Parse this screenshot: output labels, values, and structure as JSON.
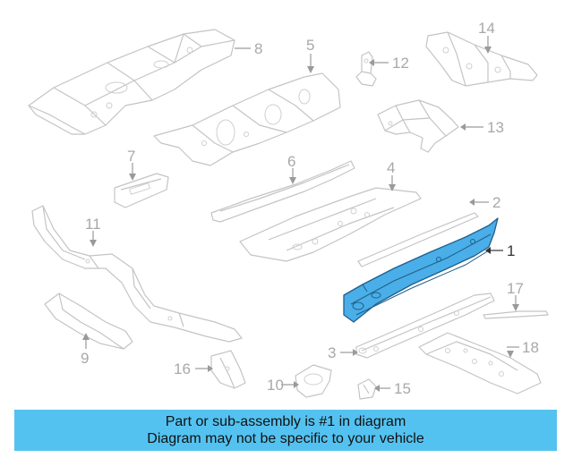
{
  "callouts": {
    "c1": "1",
    "c2": "2",
    "c3": "3",
    "c4": "4",
    "c5": "5",
    "c6": "6",
    "c7": "7",
    "c8": "8",
    "c9": "9",
    "c10": "10",
    "c11": "11",
    "c12": "12",
    "c13": "13",
    "c14": "14",
    "c15": "15",
    "c16": "16",
    "c17": "17",
    "c18": "18"
  },
  "highlight": {
    "part_number": "1",
    "fill_color": "#4aaee8",
    "stroke_color": "#1f5f8b"
  },
  "banner": {
    "background": "#54c2f0",
    "line1": "Part or sub-assembly is #1 in diagram",
    "line2": "Diagram may not be specific to your vehicle"
  }
}
